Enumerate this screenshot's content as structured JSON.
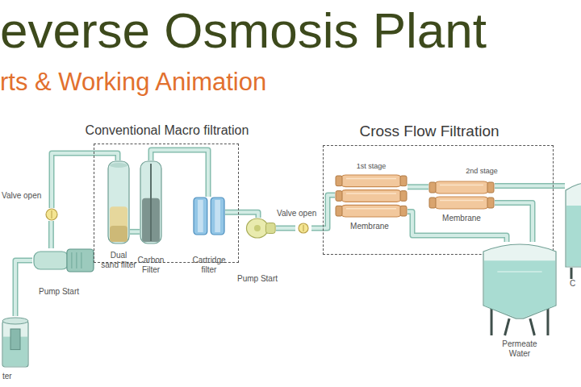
{
  "diagram": {
    "title": "everse Osmosis Plant",
    "nodes": [
      {
        "text": [
          "Valve open"
        ]
      },
      {
        "text": [
          "Pump Start"
        ]
      },
      {
        "text": [
          "ter"
        ]
      },
      {
        "text": [
          "Conventional Macro filtration"
        ]
      },
      {
        "text": [
          "Dual sand filter"
        ],
        "in": 3
      },
      {
        "text": [
          "Carbon Filter"
        ],
        "in": 3
      },
      {
        "text": [
          "Cartridge filter"
        ],
        "in": 3
      },
      {
        "text": [
          "Pump Start"
        ]
      },
      {
        "text": [
          "Valve open"
        ]
      },
      {
        "text": [
          "Cross Flow Filtration"
        ]
      },
      {
        "text": [
          "1st stage",
          "Membrane"
        ],
        "in": 9
      },
      {
        "text": [
          "2nd stage",
          "Membrane"
        ],
        "in": 9
      },
      {
        "text": [
          "Permeate Water"
        ]
      },
      {
        "text": [
          "C"
        ]
      }
    ],
    "edges": [
      {
        "from": 2,
        "to": 1,
        "arrow": "none"
      },
      {
        "from": 1,
        "to": 0,
        "arrow": "none"
      },
      {
        "from": 0,
        "to": 4,
        "arrow": "none"
      },
      {
        "from": 4,
        "to": 5,
        "arrow": "none"
      },
      {
        "from": 5,
        "to": 6,
        "arrow": "none"
      },
      {
        "from": 6,
        "to": 7,
        "arrow": "none"
      },
      {
        "from": 7,
        "to": 8,
        "arrow": "none"
      },
      {
        "from": 8,
        "to": 10,
        "arrow": "none"
      },
      {
        "from": 10,
        "to": 11,
        "arrow": "none"
      },
      {
        "from": 10,
        "to": 12,
        "arrow": "none"
      },
      {
        "from": 11,
        "to": 12,
        "arrow": "none"
      },
      {
        "from": 11,
        "to": 13,
        "arrow": "none"
      }
    ],
    "labels": [
      "rts & Working Animation"
    ]
  }
}
